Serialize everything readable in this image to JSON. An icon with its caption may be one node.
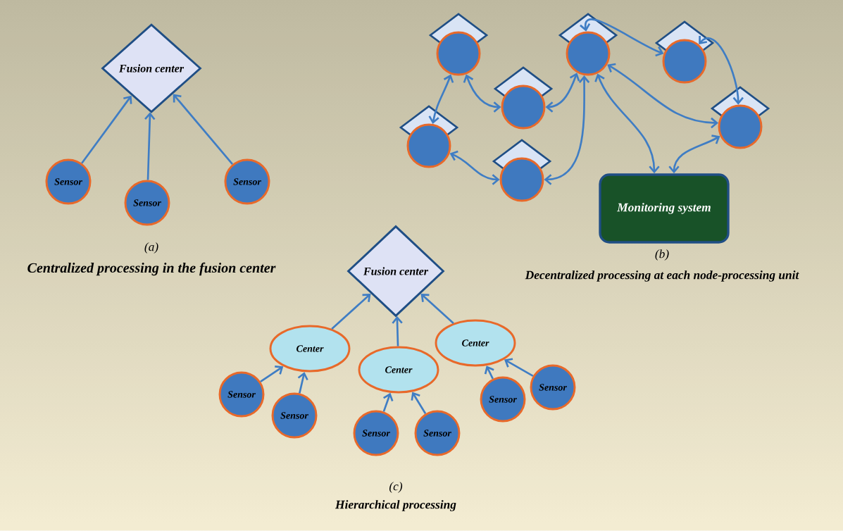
{
  "diagram": {
    "nodes": [
      {
        "text": [
          "Fusion center"
        ]
      },
      {
        "text": [
          "Sensor"
        ]
      },
      {
        "text": [
          "Sensor"
        ]
      },
      {
        "text": [
          "Sensor"
        ]
      },
      {
        "text": [],
        "shape": "circle"
      },
      {
        "text": [],
        "shape": "circle"
      },
      {
        "text": [],
        "shape": "circle"
      },
      {
        "text": [],
        "shape": "circle"
      },
      {
        "text": [],
        "shape": "circle"
      },
      {
        "text": [],
        "shape": "circle"
      },
      {
        "text": [],
        "shape": "circle"
      },
      {
        "text": [
          "Monitoring system"
        ]
      },
      {
        "text": [
          "Fusion center"
        ]
      },
      {
        "text": [
          "Center"
        ]
      },
      {
        "text": [
          "Center"
        ]
      },
      {
        "text": [
          "Center"
        ]
      },
      {
        "text": [
          "Sensor"
        ]
      },
      {
        "text": [
          "Sensor"
        ]
      },
      {
        "text": [
          "Sensor"
        ]
      },
      {
        "text": [
          "Sensor"
        ]
      },
      {
        "text": [
          "Sensor"
        ]
      },
      {
        "text": [
          "Sensor"
        ]
      }
    ],
    "edges": [
      {
        "from": 1,
        "to": 0,
        "arrow": "to"
      },
      {
        "from": 2,
        "to": 0,
        "arrow": "to"
      },
      {
        "from": 3,
        "to": 0,
        "arrow": "to"
      },
      {
        "from": 4,
        "to": 8,
        "arrow": "both"
      },
      {
        "from": 4,
        "to": 7,
        "arrow": "both"
      },
      {
        "from": 7,
        "to": 5,
        "arrow": "both"
      },
      {
        "from": 5,
        "to": 9,
        "arrow": "both"
      },
      {
        "from": 8,
        "to": 9,
        "arrow": "both"
      },
      {
        "from": 5,
        "to": 6,
        "arrow": "both"
      },
      {
        "from": 6,
        "to": 10,
        "arrow": "both"
      },
      {
        "from": 5,
        "to": 10,
        "arrow": "both"
      },
      {
        "from": 5,
        "to": 11,
        "arrow": "both"
      },
      {
        "from": 10,
        "to": 11,
        "arrow": "both"
      },
      {
        "from": 13,
        "to": 12,
        "arrow": "to"
      },
      {
        "from": 14,
        "to": 12,
        "arrow": "to"
      },
      {
        "from": 15,
        "to": 12,
        "arrow": "to"
      },
      {
        "from": 16,
        "to": 13,
        "arrow": "to"
      },
      {
        "from": 17,
        "to": 13,
        "arrow": "to"
      },
      {
        "from": 18,
        "to": 14,
        "arrow": "to"
      },
      {
        "from": 19,
        "to": 14,
        "arrow": "to"
      },
      {
        "from": 20,
        "to": 15,
        "arrow": "to"
      },
      {
        "from": 21,
        "to": 15,
        "arrow": "to"
      }
    ],
    "labels": [
      "(a)",
      "Centralized processing in the fusion center",
      "(b)",
      "Decentralized processing at each node-processing unit",
      "(c)",
      "Hierarchical processing"
    ]
  }
}
